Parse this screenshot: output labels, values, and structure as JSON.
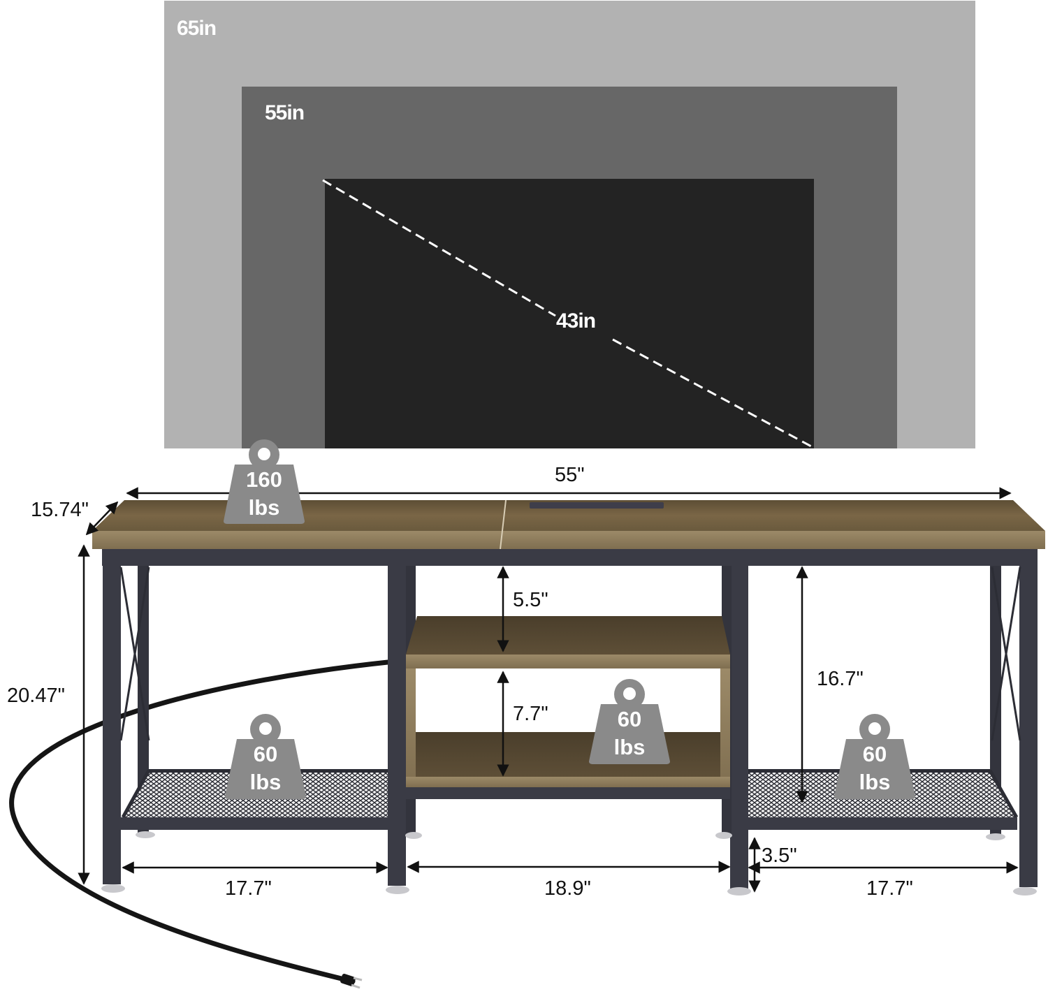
{
  "tv_sizes": {
    "large": {
      "label": "65in",
      "color": "#b2b2b2"
    },
    "medium": {
      "label": "55in",
      "color": "#676767"
    },
    "small": {
      "label": "43in",
      "color": "#232323"
    }
  },
  "dimensions": {
    "total_width": "55\"",
    "depth": "15.74\"",
    "total_height": "20.47\"",
    "upper_shelf_gap": "5.5\"",
    "middle_shelf_gap": "7.7\"",
    "side_open_height": "16.7\"",
    "floor_clearance": "3.5\"",
    "left_bay_width": "17.7\"",
    "center_bay_width": "18.9\"",
    "right_bay_width": "17.7\""
  },
  "weight_capacity": {
    "top": {
      "value": "160",
      "unit": "lbs"
    },
    "left_shelf": {
      "value": "60",
      "unit": "lbs"
    },
    "center_shelf": {
      "value": "60",
      "unit": "lbs"
    },
    "right_shelf": {
      "value": "60",
      "unit": "lbs"
    }
  },
  "colors": {
    "wood": "#6b5a3e",
    "frame": "#3a3b45",
    "weight_badge": "#8a8a8a"
  }
}
